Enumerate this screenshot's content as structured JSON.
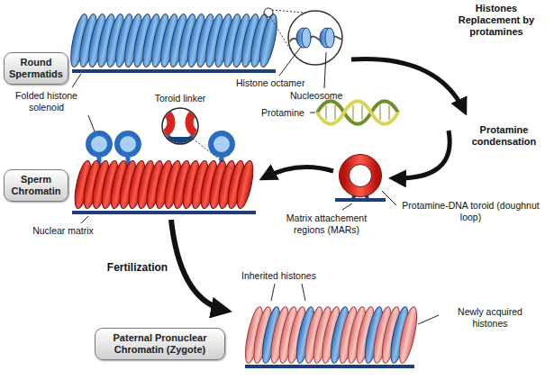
{
  "diagram": {
    "nodes": [
      {
        "text": [
          "Round Spermatids"
        ]
      },
      {
        "text": [
          "Sperm Chromatin"
        ]
      },
      {
        "text": [
          "Paternal Pronuclear Chromatin (Zygote)"
        ]
      }
    ],
    "labels": [
      "Histones Replacement by protamines",
      "Histone octamer",
      "Nucleosome",
      "Protamine",
      "Folded histone solenoid",
      "Toroid linker",
      "Protamine condensation",
      "Matrix attachement regions (MARs)",
      "Protamine-DNA toroid (doughnut loop)",
      "Nuclear matrix",
      "Fertilization",
      "Inherited histones",
      "Newly acquired histones"
    ]
  }
}
